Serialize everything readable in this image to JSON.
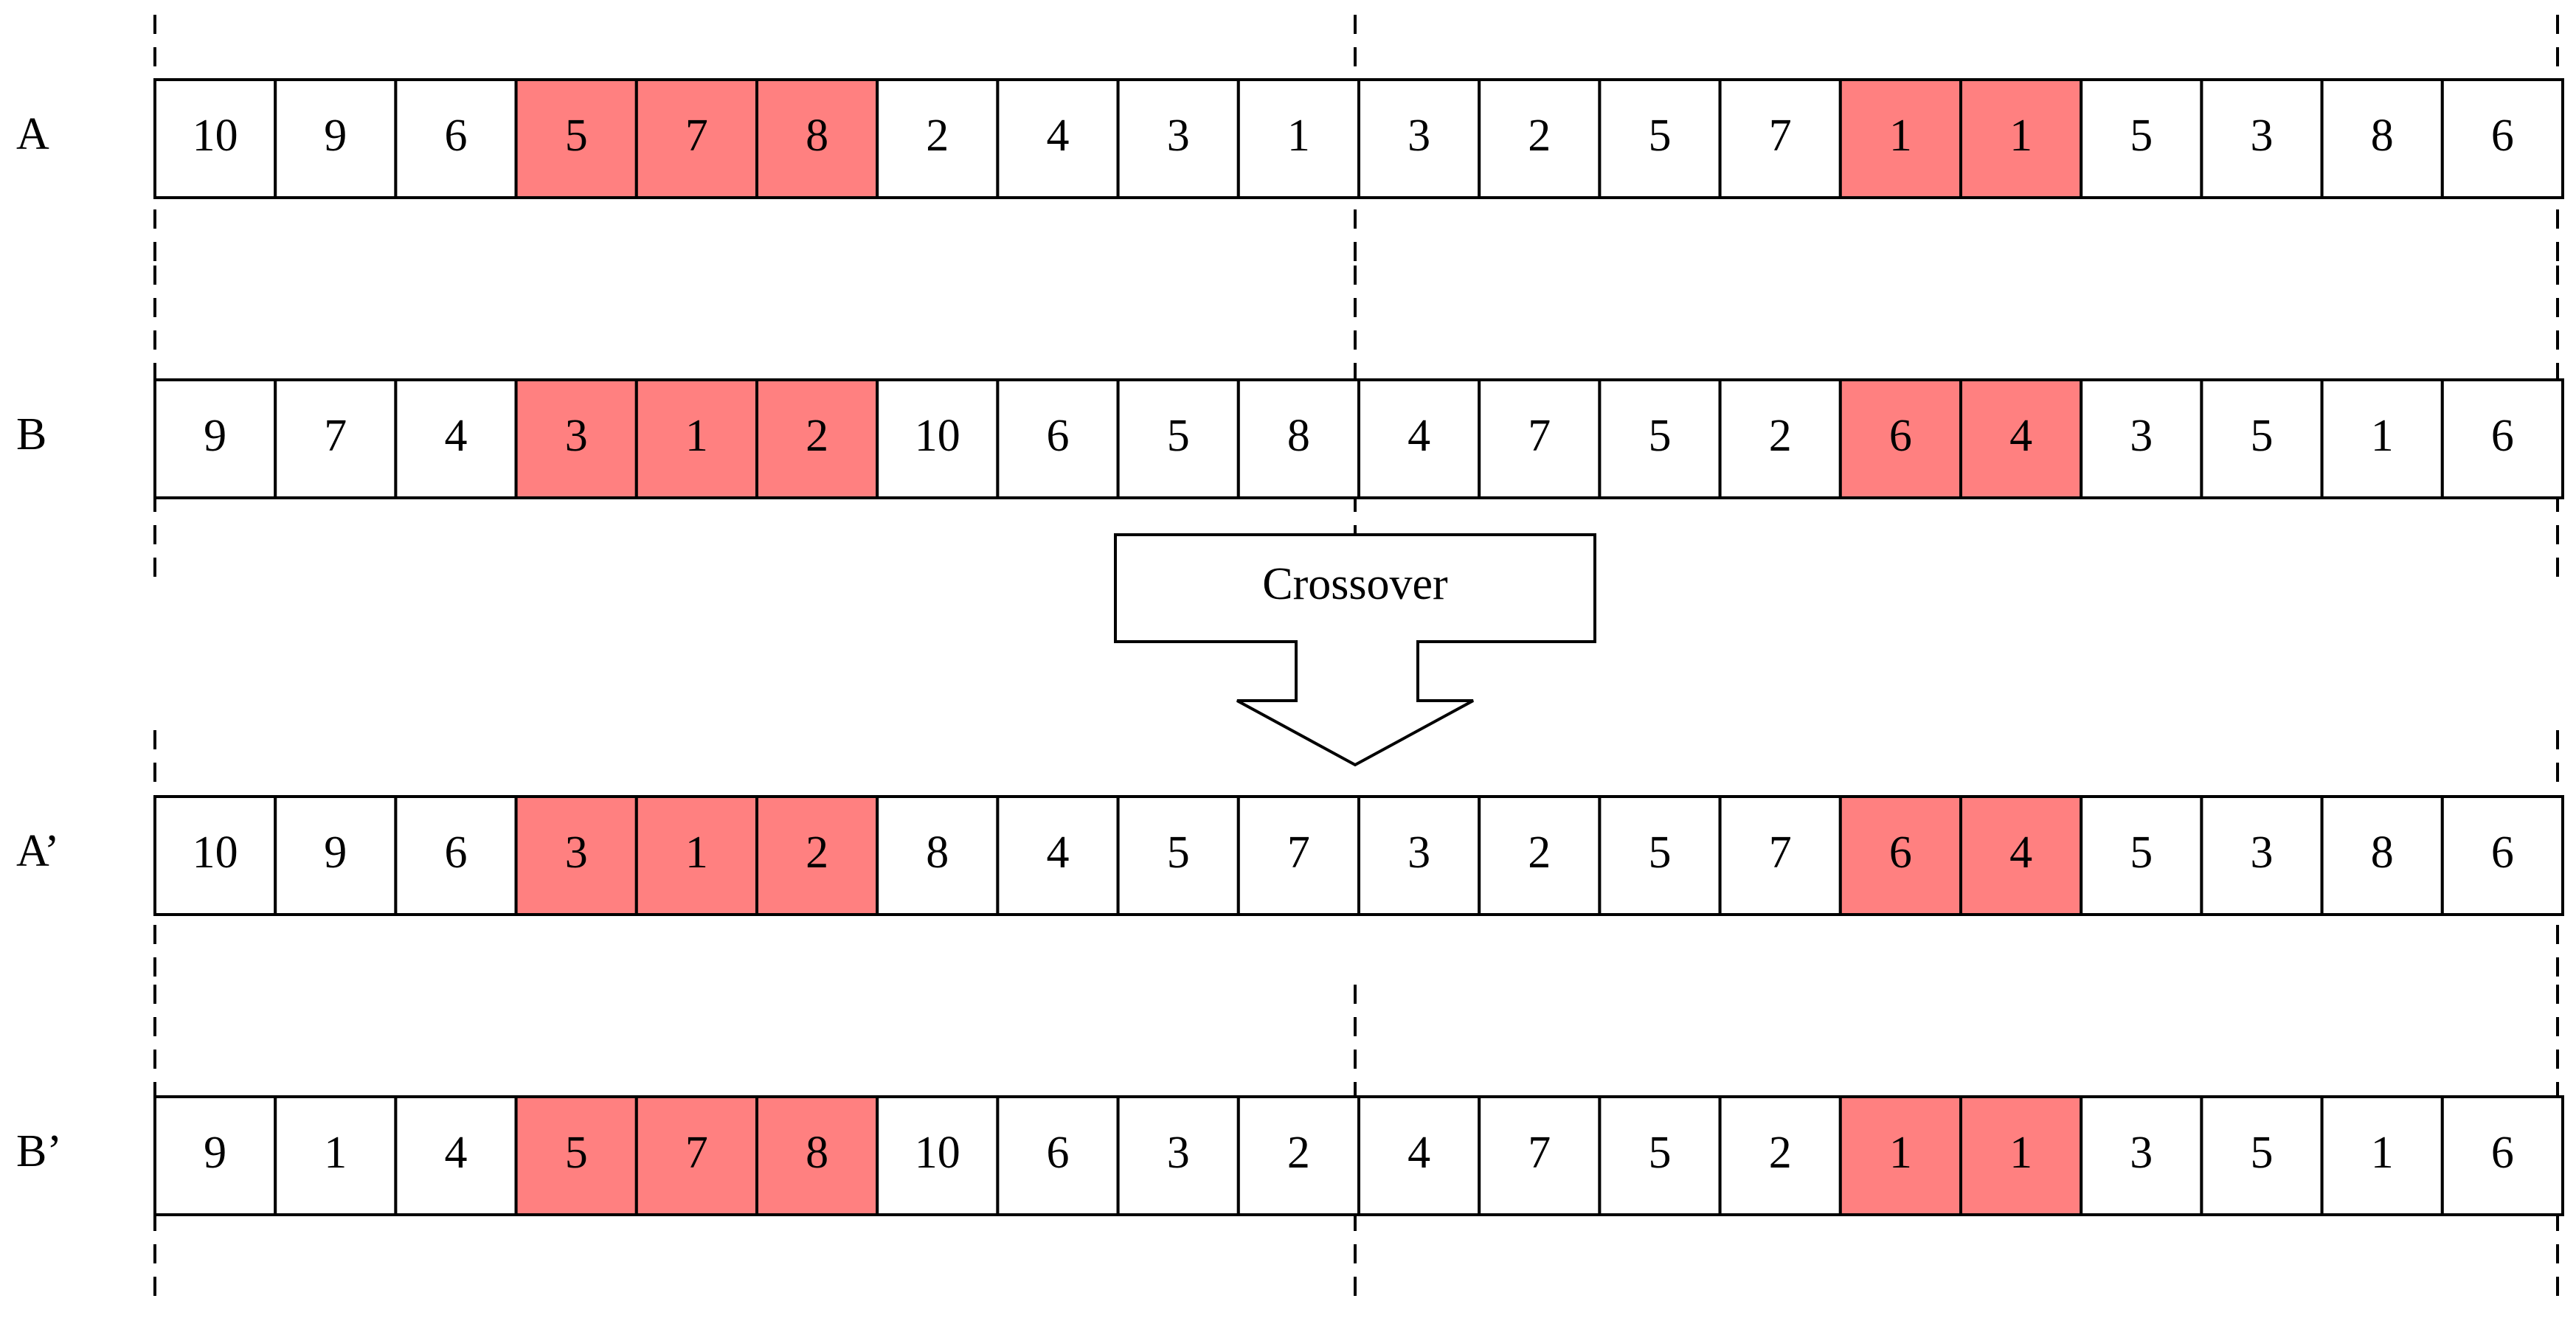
{
  "rows": [
    {
      "label": "A",
      "values": [
        "10",
        "9",
        "6",
        "5",
        "7",
        "8",
        "2",
        "4",
        "3",
        "1",
        "3",
        "2",
        "5",
        "7",
        "1",
        "1",
        "5",
        "3",
        "8",
        "6"
      ]
    },
    {
      "label": "B",
      "values": [
        "9",
        "7",
        "4",
        "3",
        "1",
        "2",
        "10",
        "6",
        "5",
        "8",
        "4",
        "7",
        "5",
        "2",
        "6",
        "4",
        "3",
        "5",
        "1",
        "6"
      ]
    },
    {
      "label": "A’",
      "values": [
        "10",
        "9",
        "6",
        "3",
        "1",
        "2",
        "8",
        "4",
        "5",
        "7",
        "3",
        "2",
        "5",
        "7",
        "6",
        "4",
        "5",
        "3",
        "8",
        "6"
      ]
    },
    {
      "label": "B’",
      "values": [
        "9",
        "1",
        "4",
        "5",
        "7",
        "8",
        "10",
        "6",
        "3",
        "2",
        "4",
        "7",
        "5",
        "2",
        "1",
        "1",
        "3",
        "5",
        "1",
        "6"
      ]
    }
  ],
  "highlight_positions": [
    3,
    4,
    5,
    14,
    15
  ],
  "arrow": {
    "label": "Crossover"
  },
  "colors": {
    "highlight_fill": "#ff8080",
    "highlight_text": "#800000",
    "cell_fill": "#ffffff",
    "stroke": "#000000"
  }
}
